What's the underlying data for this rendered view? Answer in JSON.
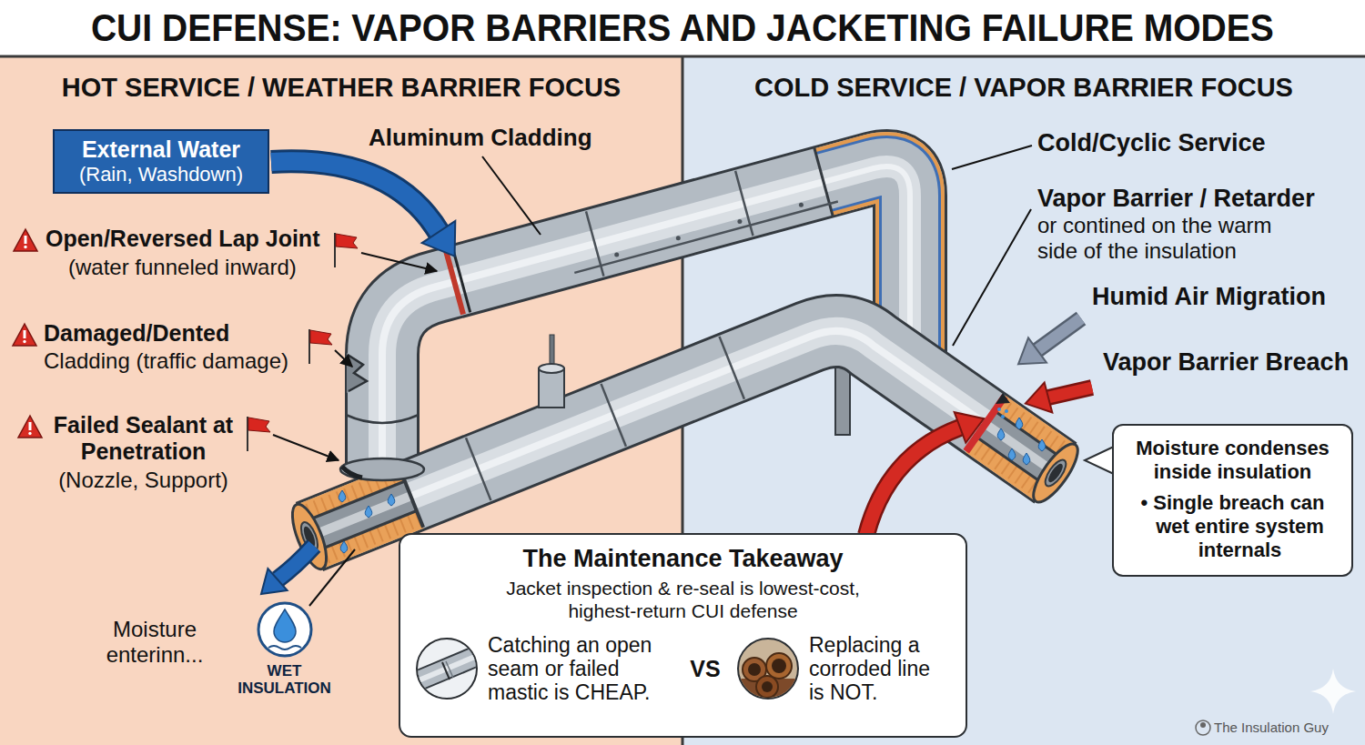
{
  "diagram": {
    "title": "CUI DEFENSE: VAPOR BARRIERS AND JACKETING FAILURE MODES",
    "nodes": [
      {
        "text": [
          "HOT SERVICE / WEATHER BARRIER FOCUS"
        ]
      },
      {
        "text": [
          "External Water",
          "(Rain, Washdown)"
        ],
        "in": 0
      },
      {
        "text": [
          "WET INSULATION"
        ],
        "in": 0
      },
      {
        "text": [
          "COLD SERVICE / VAPOR BARRIER FOCUS"
        ]
      },
      {
        "text": [
          "Moisture condenses inside insulation",
          "• Single breach can wet entire system internals"
        ],
        "in": 3
      },
      {
        "text": [
          "The Maintenance Takeaway",
          "Jacket inspection & re-seal is lowest-cost, highest-return CUI defense",
          "Catching an open seam or failed mastic is CHEAP.",
          "VS",
          "Replacing a corroded line is NOT."
        ]
      }
    ],
    "labels": [
      "Aluminum Cladding",
      "Open/Reversed Lap Joint",
      "(water funneled inward)",
      "Damaged/Dented",
      "Cladding (traffic damage)",
      "Failed Sealant at Penetration",
      "(Nozzle, Support)",
      "Moisture enterinn...",
      "Cold/Cyclic Service",
      "Vapor Barrier / Retarder",
      "or contined on the warm side of the insulation",
      "Humid Air Migration",
      "Vapor Barrier Breach",
      "The Insulation Guy"
    ]
  }
}
